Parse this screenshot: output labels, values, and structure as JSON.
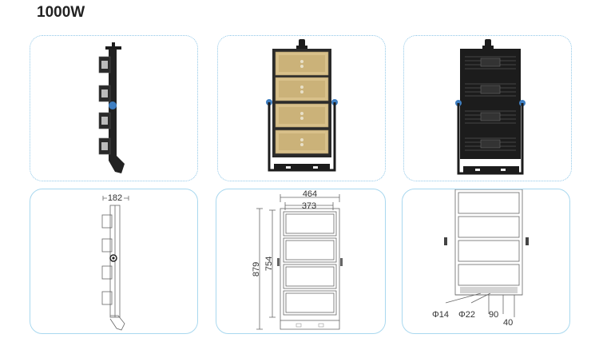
{
  "page": {
    "title": "1000W"
  },
  "dimensions": {
    "side_width": "182",
    "front_outer_width": "464",
    "front_inner_width": "373",
    "front_outer_height": "879",
    "front_inner_height": "754",
    "back_d1": "Φ14",
    "back_d2": "Φ22",
    "back_d3": "90",
    "back_d4": "40"
  },
  "colors": {
    "card_border": "#8fc7e8",
    "led_panel": "#d8c08a",
    "housing": "#1c1c1c",
    "knob_blue": "#3f7fc2",
    "drawing_line": "#666666"
  }
}
